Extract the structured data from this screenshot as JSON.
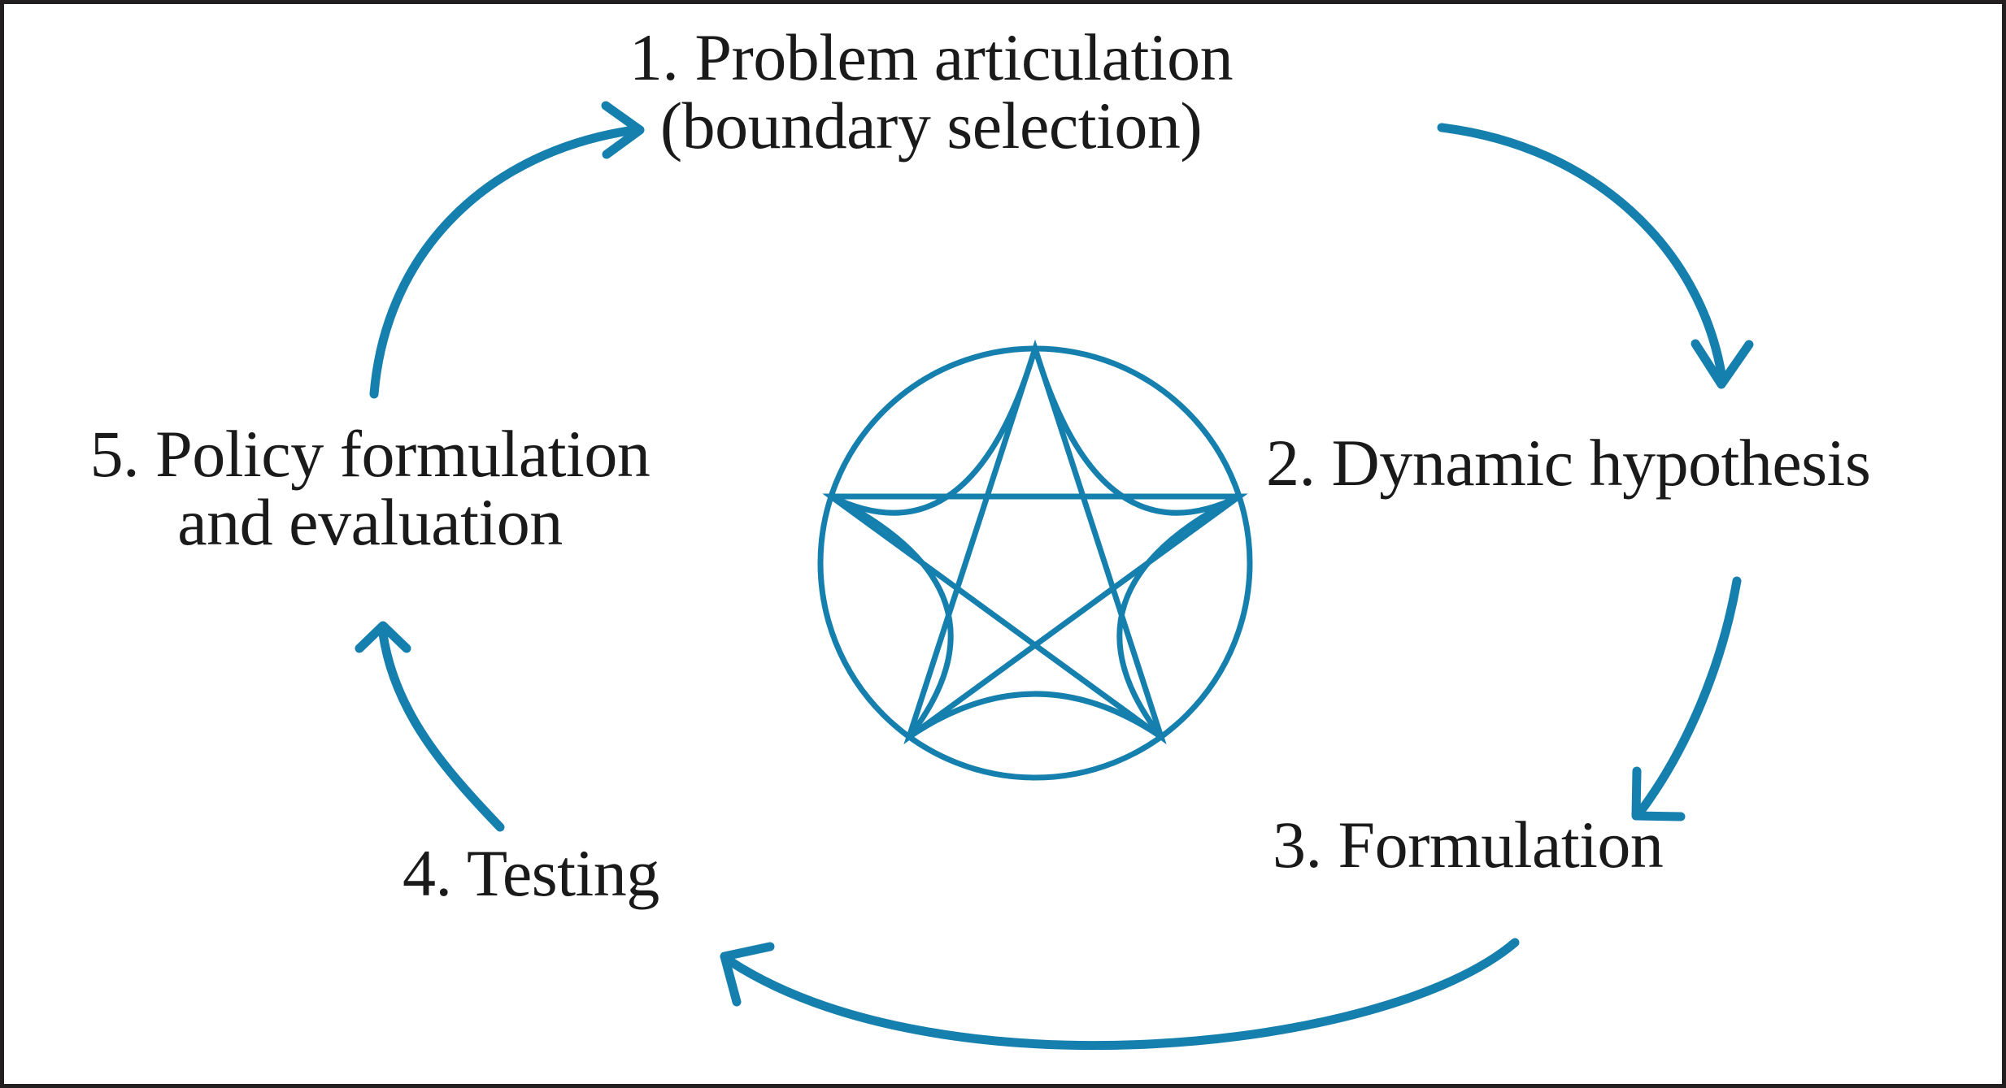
{
  "figure": {
    "kind": "cyclic-process-diagram",
    "title_present": false,
    "background_color": "#ffffff",
    "border_color": "#231f20",
    "accent_color": "#157fae",
    "text_color": "#1a1a1a",
    "step_count": 5
  },
  "steps": [
    {
      "id": "step-1",
      "label": "1. Problem articulation\n(boundary selection)",
      "position": "top"
    },
    {
      "id": "step-2",
      "label": "2. Dynamic hypothesis",
      "position": "right"
    },
    {
      "id": "step-3",
      "label": "3. Formulation",
      "position": "bottom-right"
    },
    {
      "id": "step-4",
      "label": "4. Testing",
      "position": "bottom-left"
    },
    {
      "id": "step-5",
      "label": "5. Policy formulation\nand evaluation",
      "position": "left"
    }
  ],
  "arrows": [
    {
      "id": "arrow-1-to-2",
      "from": "1. Problem articulation (boundary selection)",
      "to": "2. Dynamic hypothesis",
      "direction": "clockwise"
    },
    {
      "id": "arrow-2-to-3",
      "from": "2. Dynamic hypothesis",
      "to": "3. Formulation",
      "direction": "clockwise"
    },
    {
      "id": "arrow-3-to-4",
      "from": "3. Formulation",
      "to": "4. Testing",
      "direction": "clockwise"
    },
    {
      "id": "arrow-4-to-5",
      "from": "4. Testing",
      "to": "5. Policy formulation and evaluation",
      "direction": "clockwise"
    },
    {
      "id": "arrow-5-to-1",
      "from": "5. Policy formulation and evaluation",
      "to": "1. Problem articulation (boundary selection)",
      "direction": "clockwise"
    }
  ],
  "center_emblem": {
    "name": "pentagram-in-circle",
    "description": "Circle enclosing a five-pointed star drawn with straight chords plus inward-curving arcs between adjacent vertices",
    "stroke_color": "#157fae",
    "vertex_count": 5
  }
}
